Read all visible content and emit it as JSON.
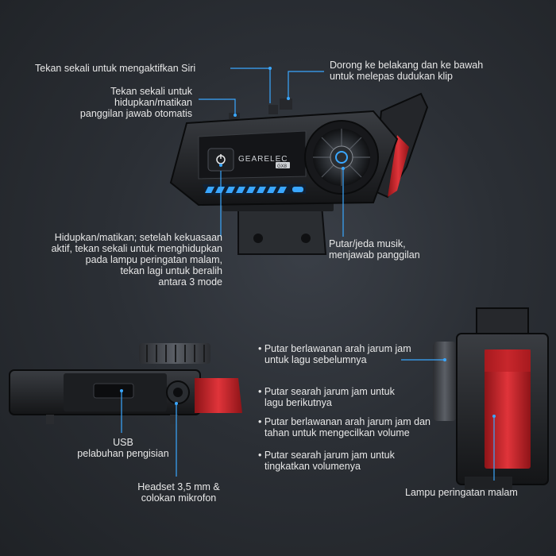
{
  "brand": "GEARELEC",
  "model_badge": "GX8",
  "top_callouts": {
    "siri": "Tekan sekali untuk mengaktifkan Siri",
    "auto_answer_1": "Tekan sekali untuk",
    "auto_answer_2": "hidupkan/matikan",
    "auto_answer_3": "panggilan jawab otomatis",
    "clip_1": "Dorong ke belakang dan ke bawah",
    "clip_2": "untuk melepas dudukan klip",
    "power_1": "Hidupkan/matikan; setelah kekuasaan",
    "power_2": "aktif, tekan sekali untuk menghidupkan",
    "power_3": "pada lampu peringatan malam,",
    "power_4": "tekan lagi untuk beralih",
    "power_5": "antara 3 mode",
    "music_1": "Putar/jeda musik,",
    "music_2": "menjawab panggilan"
  },
  "bottom_callouts": {
    "usb_1": "USB",
    "usb_2": "pelabuhan pengisian",
    "headset_1": "Headset 3,5 mm &",
    "headset_2": "colokan mikrofon",
    "knob_1a": "• Putar berlawanan arah jarum jam",
    "knob_1b": "untuk lagu sebelumnya",
    "knob_2a": "• Putar searah jarum jam untuk",
    "knob_2b": "lagu berikutnya",
    "knob_3a": "• Putar berlawanan arah jarum jam dan",
    "knob_3b": "tahan untuk mengecilkan volume",
    "knob_4a": "• Putar searah jarum jam untuk",
    "knob_4b": "tingkatkan volumenya",
    "night_light": "Lampu peringatan malam"
  },
  "colors": {
    "accent_blue": "#3aa7ff",
    "red_light": "#d9262b",
    "body_dark": "#1a1c1f"
  }
}
